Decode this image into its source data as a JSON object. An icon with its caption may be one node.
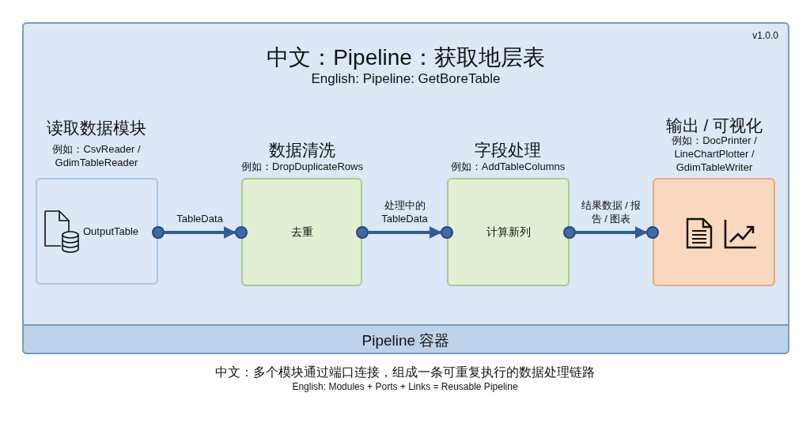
{
  "diagram": {
    "title": "中文：Pipeline：获取地层表",
    "caption": "中文：多个模块通过端口连接，组成一条可重复执行的数据处理链路",
    "nodes": [
      {
        "text": [
          "Pipeline 容器"
        ]
      },
      {
        "text": [
          "读取数据模块",
          "例如：CsvReader / GdimTableReader",
          "OutputTable"
        ],
        "in": 0
      },
      {
        "text": [],
        "shape": "circle",
        "in": 0
      },
      {
        "text": [
          "数据清洗",
          "例如：DropDuplicateRows",
          "去重"
        ],
        "in": 0
      },
      {
        "text": [],
        "shape": "circle",
        "in": 0
      },
      {
        "text": [],
        "shape": "circle",
        "in": 0
      },
      {
        "text": [
          "字段处理",
          "例如：AddTableColumns",
          "计算新列"
        ],
        "in": 0
      },
      {
        "text": [],
        "shape": "circle",
        "in": 0
      },
      {
        "text": [],
        "shape": "circle",
        "in": 0
      },
      {
        "text": [
          "输出 / 可视化",
          "例如：DocPrinter / LineChartPlotter / GdimTableWriter"
        ],
        "in": 0
      },
      {
        "text": [],
        "shape": "circle",
        "in": 0
      }
    ],
    "edges": [
      {
        "from": 2,
        "to": 4,
        "arrow": "to",
        "label": "TableData"
      },
      {
        "from": 5,
        "to": 7,
        "arrow": "to",
        "label": "处理中的 TableData"
      },
      {
        "from": 8,
        "to": 10,
        "arrow": "to",
        "label": "结果数据 / 报告 / 图表"
      }
    ],
    "labels": [
      "v1.0.0",
      "English: Pipeline: GetBoreTable",
      "English: Modules + Ports + Links = Reusable Pipeline"
    ]
  }
}
